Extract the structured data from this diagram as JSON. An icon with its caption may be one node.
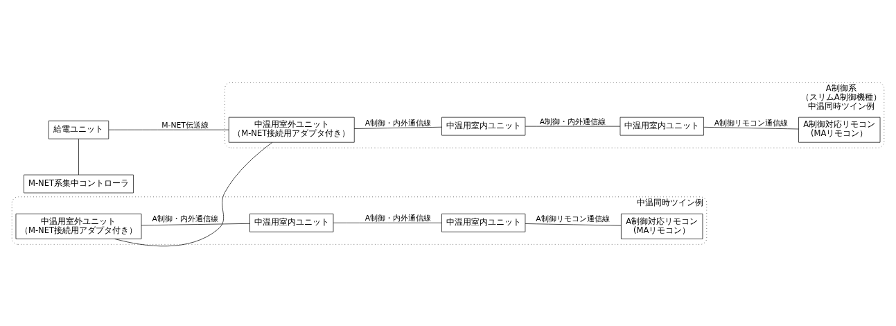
{
  "diagram": {
    "nodes": [
      {
        "text": [
          "給電ユニット"
        ]
      },
      {
        "text": [
          "M-NET系集中コントローラ"
        ]
      },
      {
        "text": [],
        "shape": "box",
        "beside": [
          "A制御系（スリムA制御機種）",
          "中温同時ツイン例"
        ]
      },
      {
        "text": [
          "中温用室外ユニット（M-NET接続用アダプタ付き）"
        ],
        "in": 2
      },
      {
        "text": [
          "中温用室内ユニット"
        ],
        "in": 2
      },
      {
        "text": [
          "中温用室内ユニット"
        ],
        "in": 2
      },
      {
        "text": [
          "A制御対応リモコン(MAリモコン）"
        ],
        "in": 2
      },
      {
        "text": [],
        "shape": "box",
        "beside": [
          "中温同時ツイン例"
        ]
      },
      {
        "text": [
          "中温用室外ユニット（M-NET接続用アダプタ付き）"
        ],
        "in": 7
      },
      {
        "text": [
          "中温用室内ユニット"
        ],
        "in": 7
      },
      {
        "text": [
          "中温用室内ユニット"
        ],
        "in": 7
      },
      {
        "text": [
          "A制御対応リモコン(MAリモコン）"
        ],
        "in": 7
      }
    ],
    "edges": [
      {
        "from": 0,
        "to": 3,
        "arrow": "none",
        "label": "M-NET伝送線"
      },
      {
        "from": 0,
        "to": 1,
        "arrow": "none"
      },
      {
        "from": 3,
        "to": 8,
        "arrow": "none"
      },
      {
        "from": 3,
        "to": 4,
        "arrow": "none",
        "label": "A制御・内外通信線"
      },
      {
        "from": 4,
        "to": 5,
        "arrow": "none",
        "label": "A制御・内外通信線"
      },
      {
        "from": 5,
        "to": 6,
        "arrow": "none",
        "label": "A制御リモコン通信線"
      },
      {
        "from": 8,
        "to": 9,
        "arrow": "none",
        "label": "A制御・内外通信線"
      },
      {
        "from": 9,
        "to": 10,
        "arrow": "none",
        "label": "A制御・内外通信線"
      },
      {
        "from": 10,
        "to": 11,
        "arrow": "none",
        "label": "A制御リモコン通信線"
      }
    ]
  }
}
